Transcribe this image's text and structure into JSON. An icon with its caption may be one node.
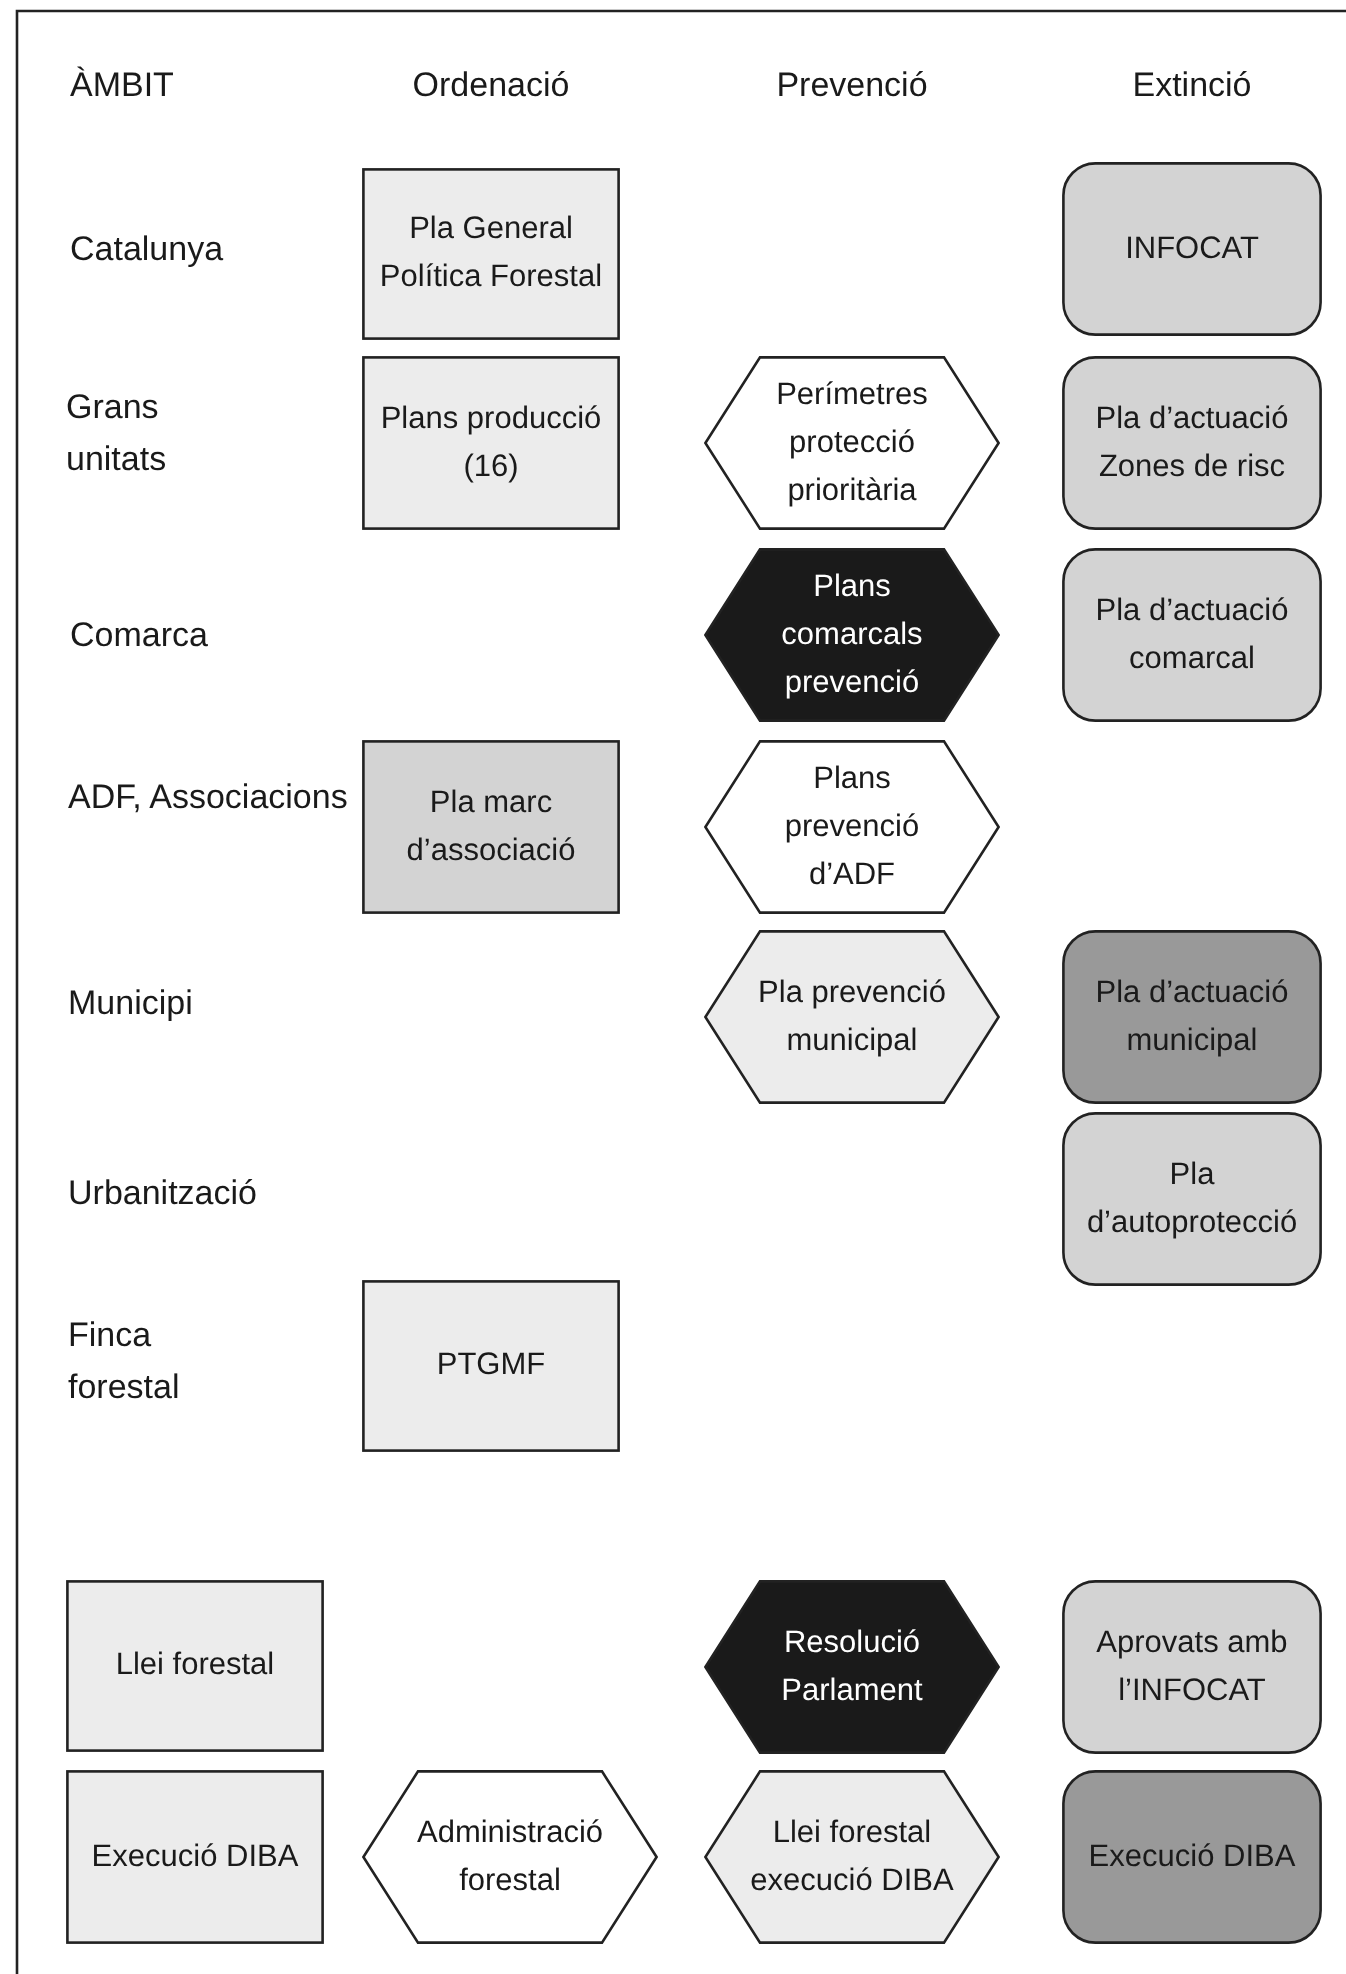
{
  "diagram": {
    "nodes": [
      {
        "text": [
          "Pla General Política Forestal"
        ]
      },
      {
        "text": [
          "INFOCAT"
        ]
      },
      {
        "text": [
          "Plans producció (16)"
        ]
      },
      {
        "text": [
          "Perímetres protecció prioritària"
        ]
      },
      {
        "text": [
          "Pla d’actuació Zones de risc"
        ]
      },
      {
        "text": [
          "Plans comarcals prevenció"
        ]
      },
      {
        "text": [
          "Pla d’actuació comarcal"
        ]
      },
      {
        "text": [
          "Pla marc d’associació"
        ]
      },
      {
        "text": [
          "Plans prevenció d’ADF"
        ]
      },
      {
        "text": [
          "Pla prevenció municipal"
        ]
      },
      {
        "text": [
          "Pla d’actuació municipal"
        ]
      },
      {
        "text": [
          "Pla d’autoprotecció"
        ]
      },
      {
        "text": [
          "PTGMF"
        ]
      },
      {
        "text": [
          "Llei forestal"
        ]
      },
      {
        "text": [
          "Resolució Parlament"
        ]
      },
      {
        "text": [
          "Aprovats amb l’INFOCAT"
        ]
      },
      {
        "text": [
          "Execució DIBA"
        ]
      },
      {
        "text": [
          "Administració forestal"
        ]
      },
      {
        "text": [
          "Llei forestal execució DIBA"
        ]
      },
      {
        "text": [
          "Execució DIBA"
        ]
      }
    ],
    "edges": [],
    "labels": [
      "ÀMBIT",
      "Ordenació",
      "Prevenció",
      "Extinció",
      "Catalunya",
      "Grans unitats",
      "Comarca",
      "ADF, Associacions",
      "Municipi",
      "Urbanització",
      "Finca forestal"
    ]
  }
}
